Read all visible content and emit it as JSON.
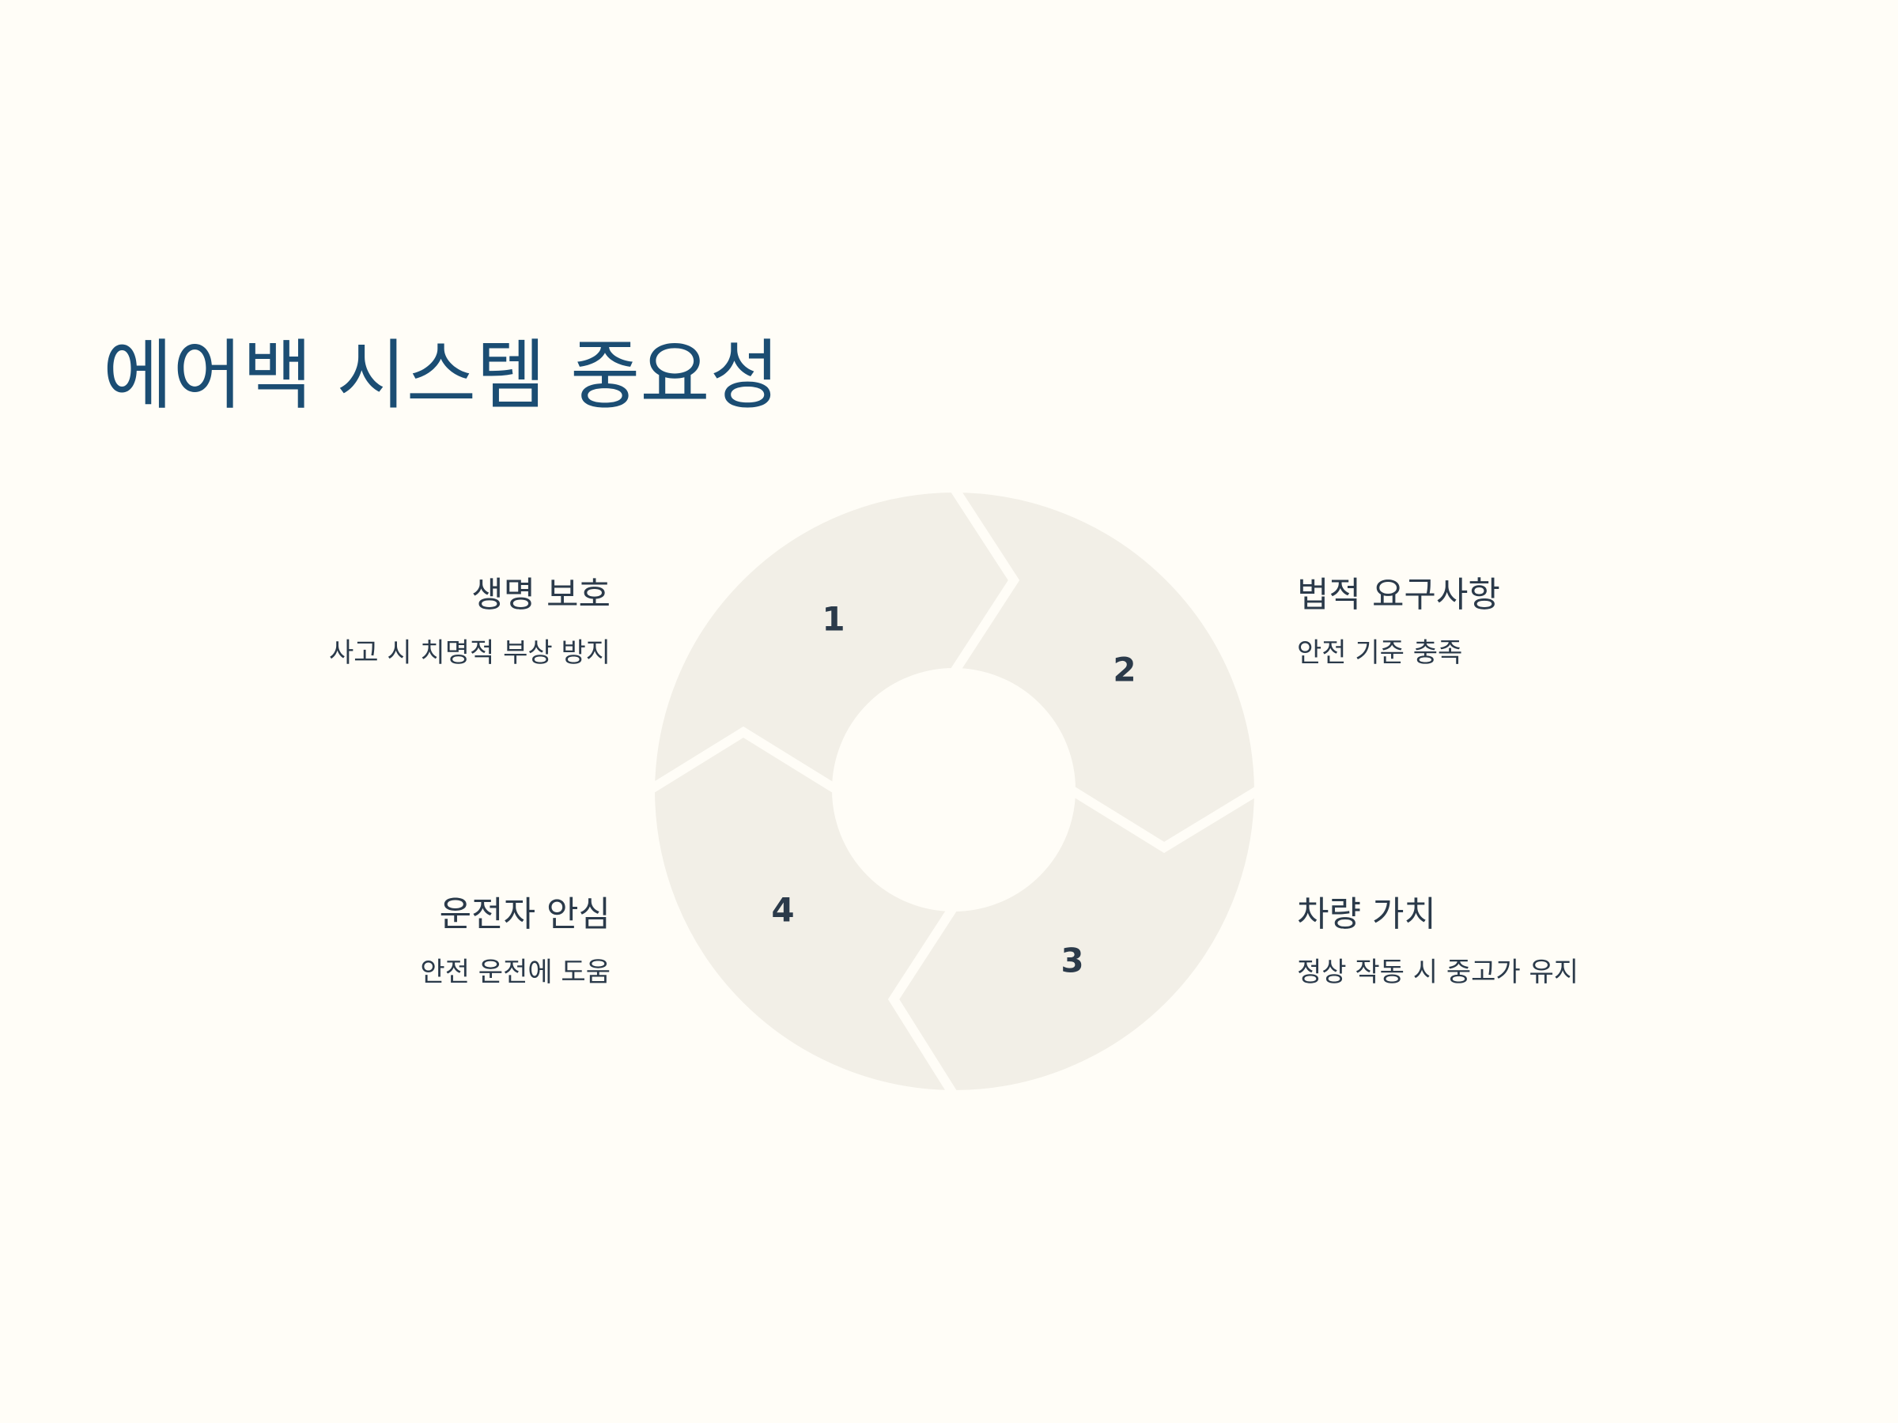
{
  "title": "에어백 시스템 중요성",
  "colors": {
    "background": "#fffdf7",
    "title": "#1b4d73",
    "text": "#2b3a4a",
    "segment_fill": "#f2efe7"
  },
  "cycle": {
    "segments": [
      {
        "number": "1",
        "title": "생명 보호",
        "description": "사고 시 치명적 부상 방지"
      },
      {
        "number": "2",
        "title": "법적 요구사항",
        "description": "안전 기준 충족"
      },
      {
        "number": "3",
        "title": "차량 가치",
        "description": "정상 작동 시 중고가 유지"
      },
      {
        "number": "4",
        "title": "운전자 안심",
        "description": "안전 운전에 도움"
      }
    ]
  }
}
